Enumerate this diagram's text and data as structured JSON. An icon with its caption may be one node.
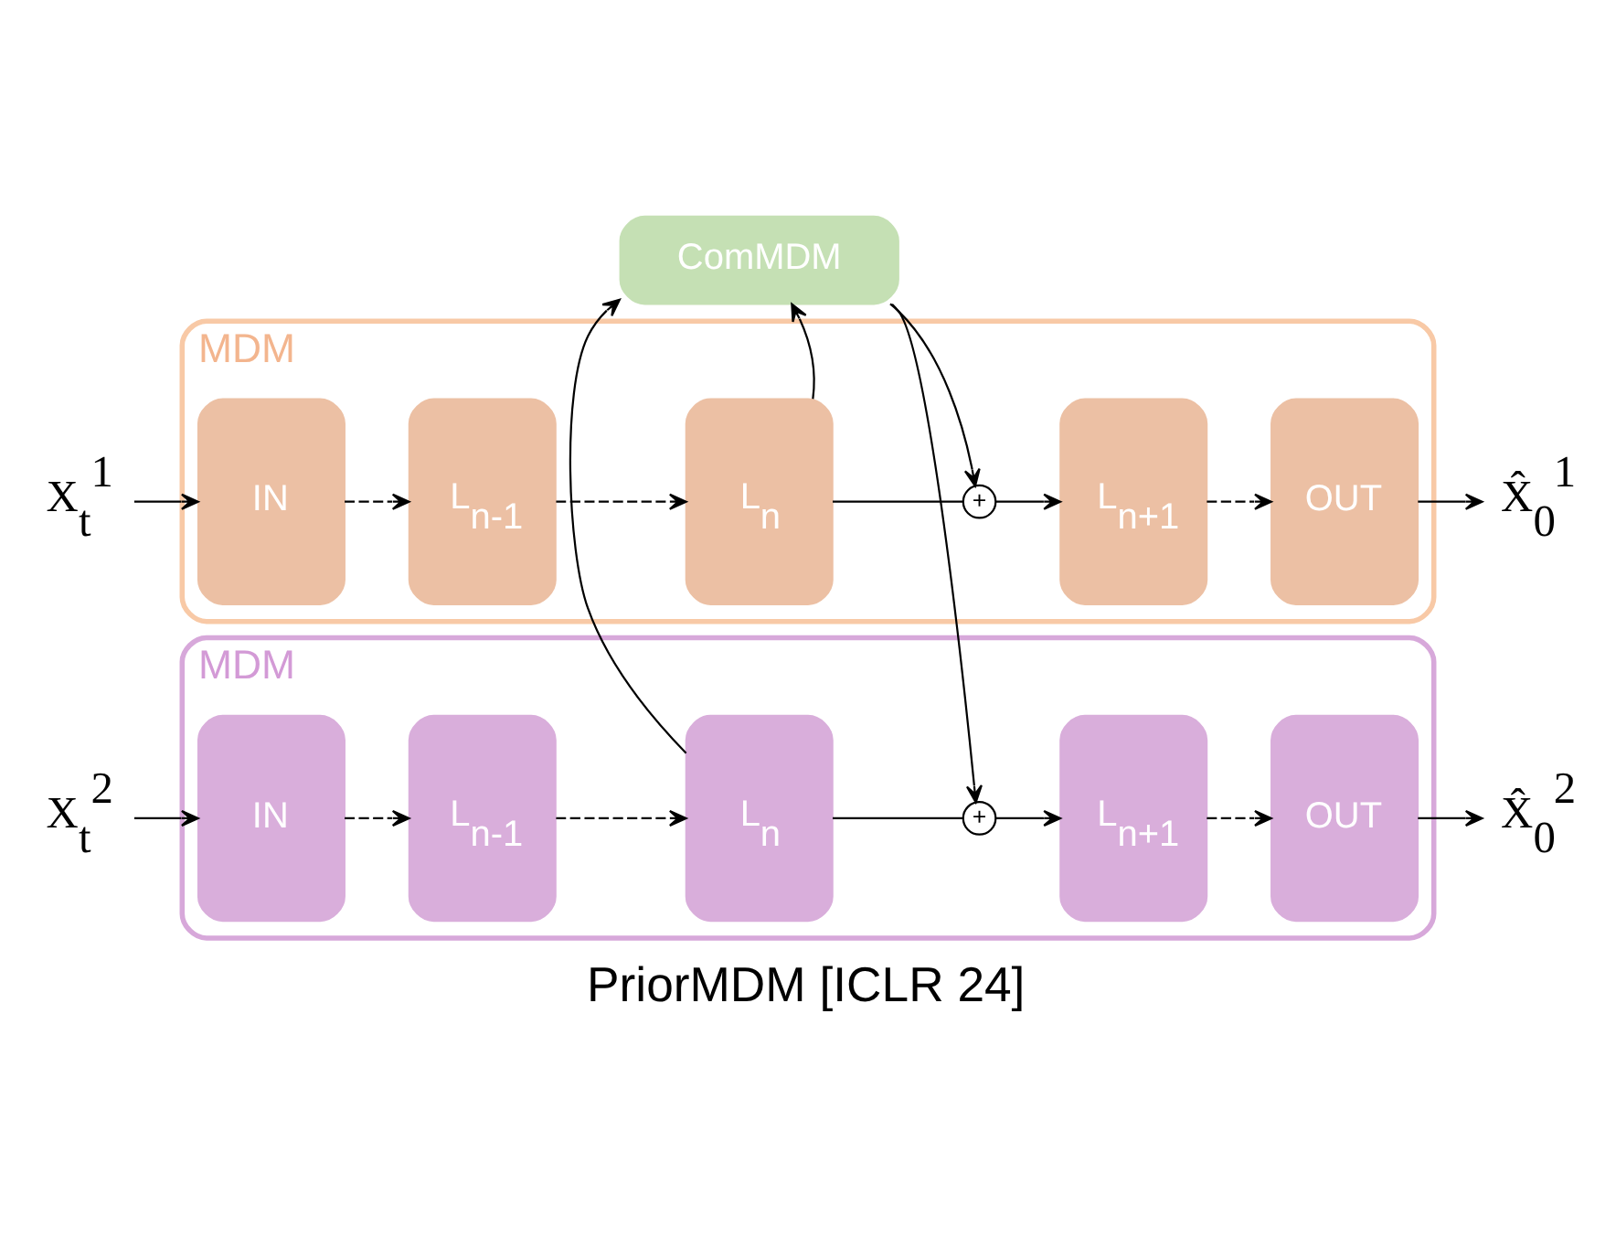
{
  "diagram": {
    "caption": "PriorMDM [ICLR 24]",
    "nodes": [
      {
        "text": [
          "MDM"
        ]
      },
      {
        "text": [
          "X$_{t}$$^{1}$"
        ]
      },
      {
        "text": [
          "IN"
        ],
        "in": 0
      },
      {
        "text": [
          "L$_{n-1}$"
        ],
        "in": 0
      },
      {
        "text": [
          "L$_{n}$"
        ],
        "in": 0
      },
      {
        "text": [
          "+"
        ],
        "in": 0
      },
      {
        "text": [
          "L$_{n+1}$"
        ],
        "in": 0
      },
      {
        "text": [
          "OUT"
        ],
        "in": 0
      },
      {
        "text": [
          "X̂$_{0}$$^{1}$"
        ]
      },
      {
        "text": [
          "ComMDM"
        ]
      },
      {
        "text": [
          "MDM"
        ]
      },
      {
        "text": [
          "X$_{t}$$^{2}$"
        ]
      },
      {
        "text": [
          "IN"
        ],
        "in": 10
      },
      {
        "text": [
          "L$_{n-1}$"
        ],
        "in": 10
      },
      {
        "text": [
          "L$_{n}$"
        ],
        "in": 10
      },
      {
        "text": [
          "+"
        ],
        "in": 10
      },
      {
        "text": [
          "L$_{n+1}$"
        ],
        "in": 10
      },
      {
        "text": [
          "OUT"
        ],
        "in": 10
      },
      {
        "text": [
          "X̂$_{0}$$^{2}$"
        ]
      }
    ],
    "edges": [
      {
        "from": 1,
        "to": 2,
        "arrow": "to"
      },
      {
        "from": 2,
        "to": 3,
        "arrow": "to",
        "style": "dashed"
      },
      {
        "from": 3,
        "to": 4,
        "arrow": "to",
        "style": "dashed"
      },
      {
        "from": 4,
        "to": 5,
        "arrow": "none"
      },
      {
        "from": 4,
        "to": 9,
        "arrow": "to"
      },
      {
        "from": 9,
        "to": 5,
        "arrow": "to"
      },
      {
        "from": 5,
        "to": 6,
        "arrow": "to"
      },
      {
        "from": 6,
        "to": 7,
        "arrow": "to",
        "style": "dashed"
      },
      {
        "from": 7,
        "to": 8,
        "arrow": "to"
      },
      {
        "from": 11,
        "to": 12,
        "arrow": "to"
      },
      {
        "from": 12,
        "to": 13,
        "arrow": "to",
        "style": "dashed"
      },
      {
        "from": 13,
        "to": 14,
        "arrow": "to",
        "style": "dashed"
      },
      {
        "from": 14,
        "to": 15,
        "arrow": "none"
      },
      {
        "from": 14,
        "to": 9,
        "arrow": "to"
      },
      {
        "from": 9,
        "to": 15,
        "arrow": "to"
      },
      {
        "from": 15,
        "to": 16,
        "arrow": "to"
      },
      {
        "from": 16,
        "to": 17,
        "arrow": "to",
        "style": "dashed"
      },
      {
        "from": 17,
        "to": 18,
        "arrow": "to"
      }
    ]
  }
}
